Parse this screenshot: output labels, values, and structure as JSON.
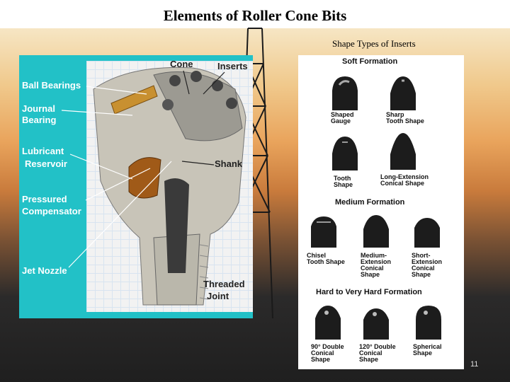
{
  "slide": {
    "title": "Elements of Roller Cone Bits",
    "page_number": "11"
  },
  "left_diagram": {
    "labels": {
      "cone": "Cone",
      "inserts": "Inserts",
      "ball_bearings": "Ball Bearings",
      "journal_bearing_1": "Journal",
      "journal_bearing_2": "Bearing",
      "lubricant_1": "Lubricant",
      "lubricant_2": "Reservoir",
      "shank": "Shank",
      "pressured_1": "Pressured",
      "pressured_2": "Compensator",
      "jet_nozzle": "Jet Nozzle",
      "threaded_1": "Threaded",
      "threaded_2": "Joint"
    }
  },
  "right_diagram": {
    "title": "Shape Types of Inserts",
    "sections": {
      "soft": "Soft Formation",
      "medium": "Medium Formation",
      "hard": "Hard to Very Hard Formation"
    },
    "captions": {
      "shaped_gauge": [
        "Shaped",
        "Gauge"
      ],
      "sharp_tooth": [
        "Sharp",
        "Tooth Shape"
      ],
      "tooth_shape": [
        "Tooth",
        "Shape"
      ],
      "long_ext": [
        "Long-Extension",
        "Conical Shape"
      ],
      "chisel": [
        "Chisel",
        "Tooth Shape"
      ],
      "medium_ext": [
        "Medium-",
        "Extension",
        "Conical",
        "Shape"
      ],
      "short_ext": [
        "Short-",
        "Extension",
        "Conical",
        "Shape"
      ],
      "deg90": [
        "90° Double",
        "Conical",
        "Shape"
      ],
      "deg120": [
        "120° Double",
        "Conical",
        "Shape"
      ],
      "spherical": [
        "Spherical",
        "Shape"
      ]
    }
  }
}
